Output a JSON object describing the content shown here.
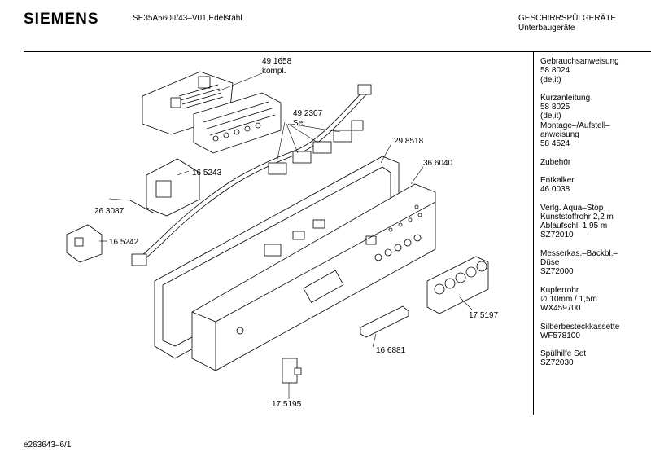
{
  "header": {
    "brand": "SIEMENS",
    "model": "SE35A560II/43–V01,Edelstahl",
    "category_line1": "GESCHIRRSPÜLGERÄTE",
    "category_line2": "Unterbaugeräte"
  },
  "sidebar": {
    "blocks": [
      {
        "lines": [
          "Gebrauchsanweisung",
          "58 8024",
          "(de,it)"
        ]
      },
      {
        "lines": [
          "Kurzanleitung",
          "58 8025",
          "(de,it)",
          "Montage–/Aufstell–",
          "anweisung",
          "58 4524"
        ]
      },
      {
        "lines": [
          "Zubehör"
        ]
      },
      {
        "lines": [
          "Entkalker",
          "46 0038"
        ]
      },
      {
        "lines": [
          "Verlg. Aqua–Stop",
          "Kunststoffrohr 2,2 m",
          "Ablaufschl. 1,95 m",
          "SZ72010"
        ]
      },
      {
        "lines": [
          "Messerkas.–Backbl.–",
          "Düse",
          "SZ72000"
        ]
      },
      {
        "lines": [
          "Kupferrohr",
          "∅ 10mm / 1,5m",
          "WX459700"
        ]
      },
      {
        "lines": [
          "Silberbesteckkassette",
          "WF578100"
        ]
      },
      {
        "lines": [
          "Spülhilfe Set",
          "SZ72030"
        ]
      }
    ]
  },
  "parts": {
    "p491658": "49 1658",
    "p491658_sub": "kompl.",
    "p492307": "49 2307",
    "p492307_sub": "Set",
    "p298518": "29 8518",
    "p366040": "36 6040",
    "p165243": "16 5243",
    "p263087": "26 3087",
    "p165242": "16 5242",
    "p175197": "17 5197",
    "p166881": "16 6881",
    "p175195": "17 5195"
  },
  "footer": "e263643–6/1"
}
